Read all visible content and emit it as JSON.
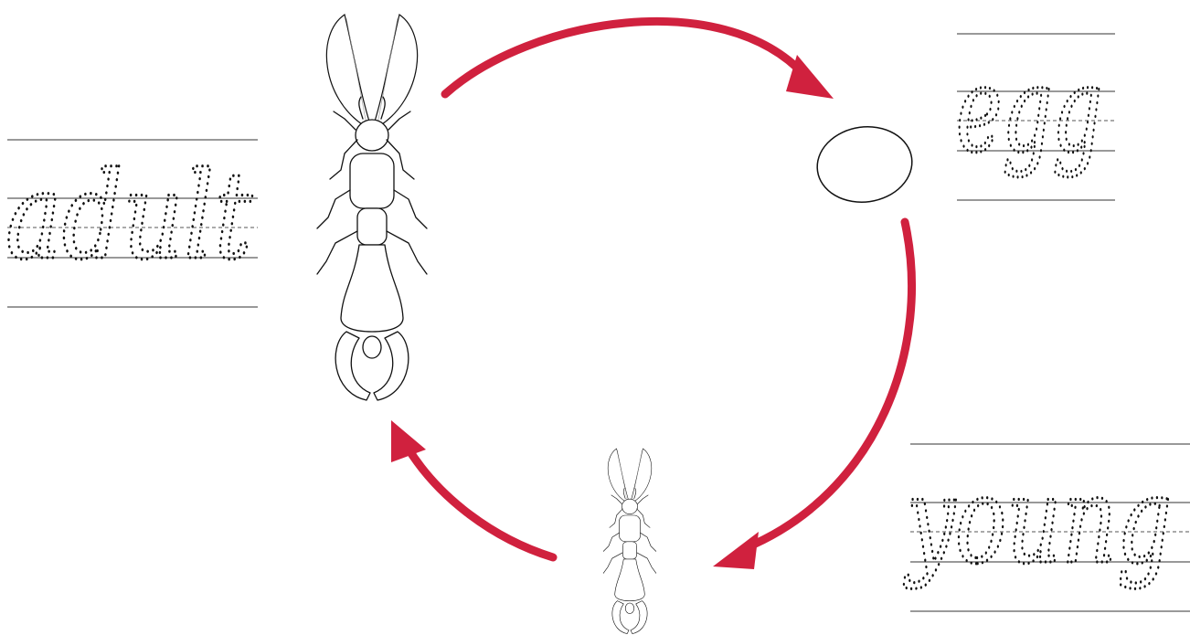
{
  "diagram": {
    "stages": [
      {
        "id": "adult",
        "word": "adult"
      },
      {
        "id": "egg",
        "word": "egg"
      },
      {
        "id": "young",
        "word": "young"
      }
    ],
    "arrow_color": "#d0213e",
    "line_color": "#333333"
  }
}
